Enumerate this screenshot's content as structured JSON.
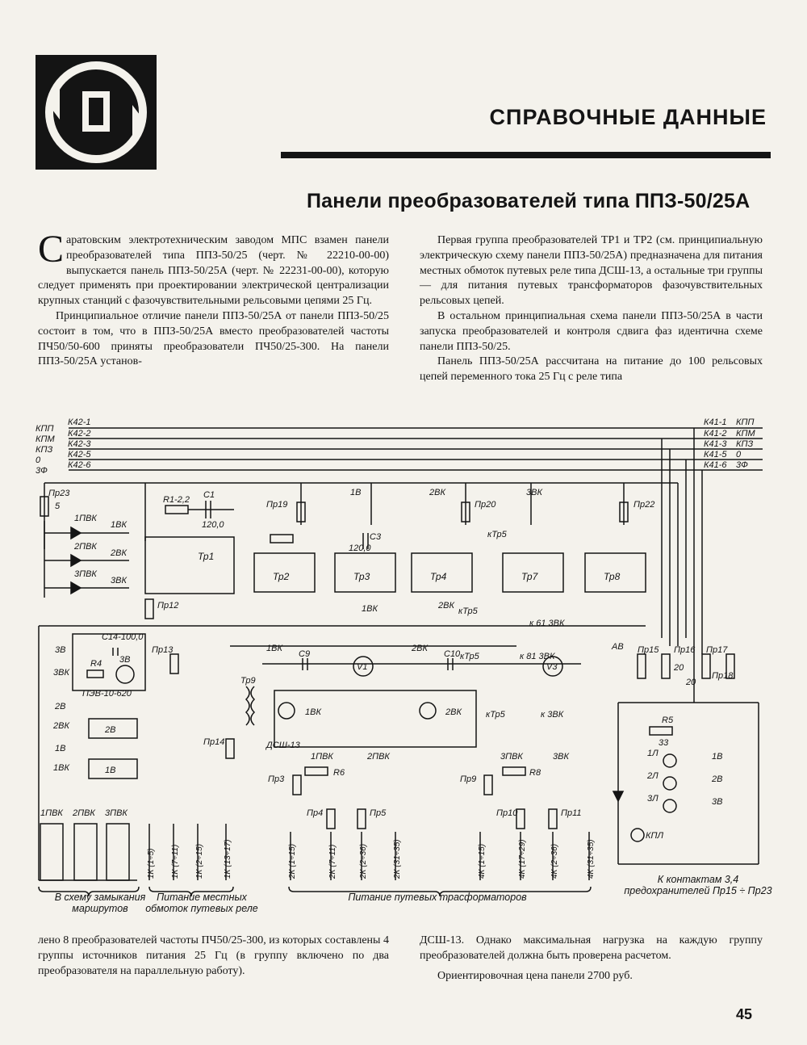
{
  "header": {
    "section_title": "СПРАВОЧНЫЕ ДАННЫЕ",
    "article_title": "Панели преобразователей типа ППЗ-50/25А"
  },
  "body_top": {
    "col1": [
      "аратовским электротехническим заводом МПС взамен панели преобразователей типа ППЗ-50/25 (черт. № 22210-00-00) выпускается панель ППЗ-50/25А (черт. № 22231-00-00), которую следует применять при проектировании электрической централизации крупных станций с фазочувствительными рельсовыми цепями 25 Гц.",
      "Принципиальное отличие панели ППЗ-50/25А от панели ППЗ-50/25 состоит в том, что в ППЗ-50/25А вместо преобразователей частоты ПЧ50/50-600 приняты преобразователи ПЧ50/25-300. На панели ППЗ-50/25А установ-"
    ],
    "col1_dropcap": "С",
    "col2": [
      "Первая группа преобразователей ТР1 и ТР2 (см. принципиальную электрическую схему панели ППЗ-50/25А) предназначена для питания местных обмоток путевых реле типа ДСШ-13, а остальные три группы — для питания путевых трансформаторов фазочувствительных рельсовых цепей.",
      "В остальном принципиальная схема панели ППЗ-50/25А в части запуска преобразователей и контроля сдвига фаз идентична схеме панели ППЗ-50/25.",
      "Панель ППЗ-50/25А рассчитана на питание до 100 рельсовых цепей переменного тока 25 Гц с реле типа"
    ]
  },
  "schematic": {
    "buses_left": [
      {
        "name": "КПП",
        "wire": "К42-1"
      },
      {
        "name": "КПМ",
        "wire": "К42-2"
      },
      {
        "name": "КПЗ",
        "wire": "К42-3"
      },
      {
        "name": "0",
        "wire": "К42-5"
      },
      {
        "name": "3Ф",
        "wire": "К42-6"
      }
    ],
    "buses_right": [
      {
        "name": "КПП",
        "wire": "К41-1"
      },
      {
        "name": "КПМ",
        "wire": "К41-2"
      },
      {
        "name": "КПЗ",
        "wire": "К41-3"
      },
      {
        "name": "0",
        "wire": "К41-5"
      },
      {
        "name": "3Ф",
        "wire": "К41-6"
      }
    ],
    "labels": {
      "pr23": "Пр23",
      "five": "5",
      "r1": "R1-2,2",
      "c1": "C1",
      "c1v": "120,0",
      "tp1": "Тр1",
      "tp2": "Тр2",
      "tp3": "Тр3",
      "tp4": "Тр4",
      "tp7": "Тр7",
      "tp8": "Тр8",
      "pr19": "Пр19",
      "pr20": "Пр20",
      "pr22": "Пр22",
      "pr12": "Пр12",
      "pr13": "Пр13",
      "pr14": "Пр14",
      "c3": "C3",
      "c3v": "120,0",
      "ktp5": "кТр5",
      "c14": "C14-100,0",
      "r4": "R4",
      "pev": "ПЭВ-10-620",
      "b1": "1В",
      "b2": "2В",
      "b3": "3В",
      "vk1": "1ВК",
      "vk2": "2ВК",
      "vk3": "3ВК",
      "pvk1": "1ПВК",
      "pvk2": "2ПВК",
      "pvk3": "3ПВК",
      "c9": "C9",
      "c10": "C10",
      "v1": "V1",
      "v3": "V3",
      "tp9": "Тр9",
      "dsh": "ДСШ-13",
      "k3vk": "к 3ВК",
      "k61": "к 61 3ВК",
      "k81": "к 81 3ВК",
      "ab": "АВ",
      "pr15": "Пр15",
      "pr16": "Пр16",
      "pr17": "Пр17",
      "pr18": "Пр18",
      "twenty": "20",
      "r5": "R5",
      "r5v": "33",
      "r6": "R6",
      "r8": "R8",
      "l1": "1Л",
      "l2": "2Л",
      "l3": "3Л",
      "kpl": "КПЛ",
      "pr3": "Пр3",
      "pr4": "Пр4",
      "pr5": "Пр5",
      "pr9": "Пр9",
      "pr10": "Пр10",
      "pr11": "Пр11",
      "k1a": "1К (1÷5)",
      "k1b": "1К (7÷11)",
      "k1c": "1К (2÷15)",
      "k1d": "1К (13÷17)",
      "k2a": "2К (1÷15)",
      "k2b": "2К (7÷11)",
      "k2c": "2К (2÷36)",
      "k2d": "2К (31÷35)",
      "k4a": "4К (1÷15)",
      "k4b": "4К (17÷29)",
      "k4c": "4К (2÷36)",
      "k4d": "4К (31÷35)"
    },
    "captions": {
      "c1": "В схему замыкания маршрутов",
      "c2": "Питание местных обмоток путевых реле",
      "c3": "Питание путевых трасформаторов",
      "c4": "К контактам 3,4 предохранителей Пр15 ÷ Пр23"
    }
  },
  "body_bottom": {
    "col1": "лено 8 преобразователей частоты ПЧ50/25-300, из которых составлены 4 группы источников питания 25 Гц (в группу включено по два преобразователя на параллельную работу).",
    "col2": [
      "ДСШ-13. Однако максимальная нагрузка на каждую группу преобразователей должна быть проверена расчетом.",
      "Ориентировочная цена панели 2700 руб."
    ]
  },
  "page_number": "45"
}
